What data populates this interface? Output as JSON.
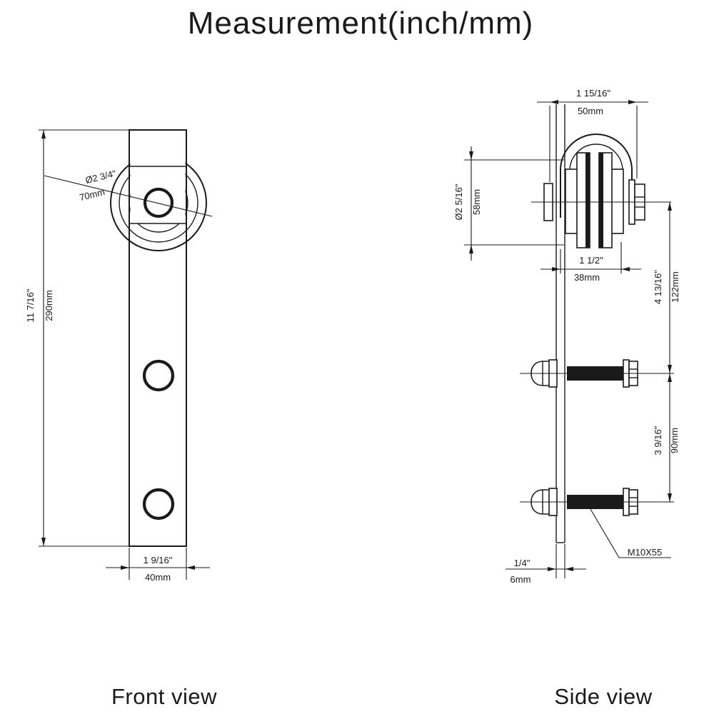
{
  "title": "Measurement(inch/mm)",
  "front_view": {
    "label": "Front view",
    "dim_wheel_diameter_inch": "Ø2 3/4\"",
    "dim_wheel_diameter_mm": "70mm",
    "dim_height_inch": "11 7/16\"",
    "dim_height_mm": "290mm",
    "dim_width_inch": "1 9/16\"",
    "dim_width_mm": "40mm"
  },
  "side_view": {
    "label": "Side view",
    "dim_overall_width_inch": "1 15/16\"",
    "dim_overall_width_mm": "50mm",
    "dim_roller_diameter_inch": "Ø2 5/16\"",
    "dim_roller_diameter_mm": "58mm",
    "dim_hub_width_inch": "1 1/2\"",
    "dim_hub_width_mm": "38mm",
    "dim_axle_to_bolt_inch": "4 13/16\"",
    "dim_axle_to_bolt_mm": "122mm",
    "dim_bolt_spacing_inch": "3 9/16\"",
    "dim_bolt_spacing_mm": "90mm",
    "dim_plate_thickness_inch": "1/4\"",
    "dim_plate_thickness_mm": "6mm",
    "bolt_spec": "M10X55"
  },
  "colors": {
    "line": "#1a1a1a",
    "background": "#ffffff"
  }
}
